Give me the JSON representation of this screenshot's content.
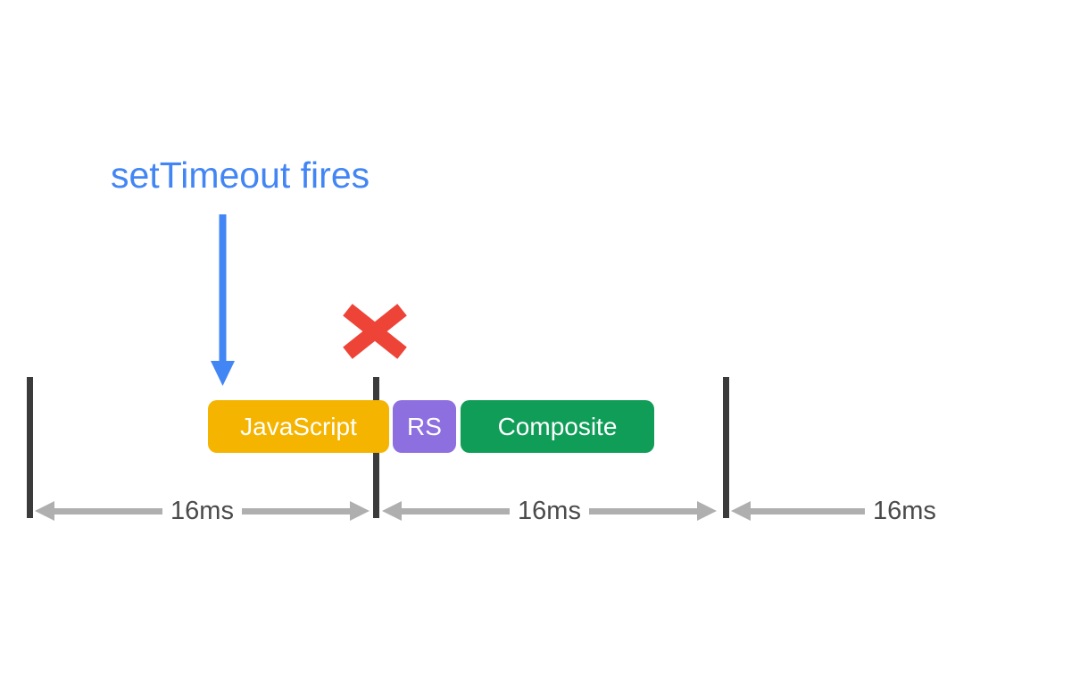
{
  "annotation": {
    "text": "setTimeout fires"
  },
  "tasks": [
    {
      "label": "JavaScript"
    },
    {
      "label": "RS"
    },
    {
      "label": "Composite"
    }
  ],
  "intervals": [
    {
      "label": "16ms"
    },
    {
      "label": "16ms"
    },
    {
      "label": "16ms"
    }
  ],
  "icons": {
    "settimeout_arrow": "down-arrow",
    "dropped_frame": "x-mark",
    "interval_ends": "double-headed-arrow"
  },
  "colors": {
    "blue": "#4285F4",
    "red": "#EE4438",
    "yellow": "#F4B400",
    "purple": "#8D6FE0",
    "green": "#0F9D58",
    "bar": "#3B3B3B",
    "arrow": "#AFAFAF",
    "label": "#4A4A4A",
    "box_text": "#FFFFFF",
    "background": "#FFFFFF"
  }
}
